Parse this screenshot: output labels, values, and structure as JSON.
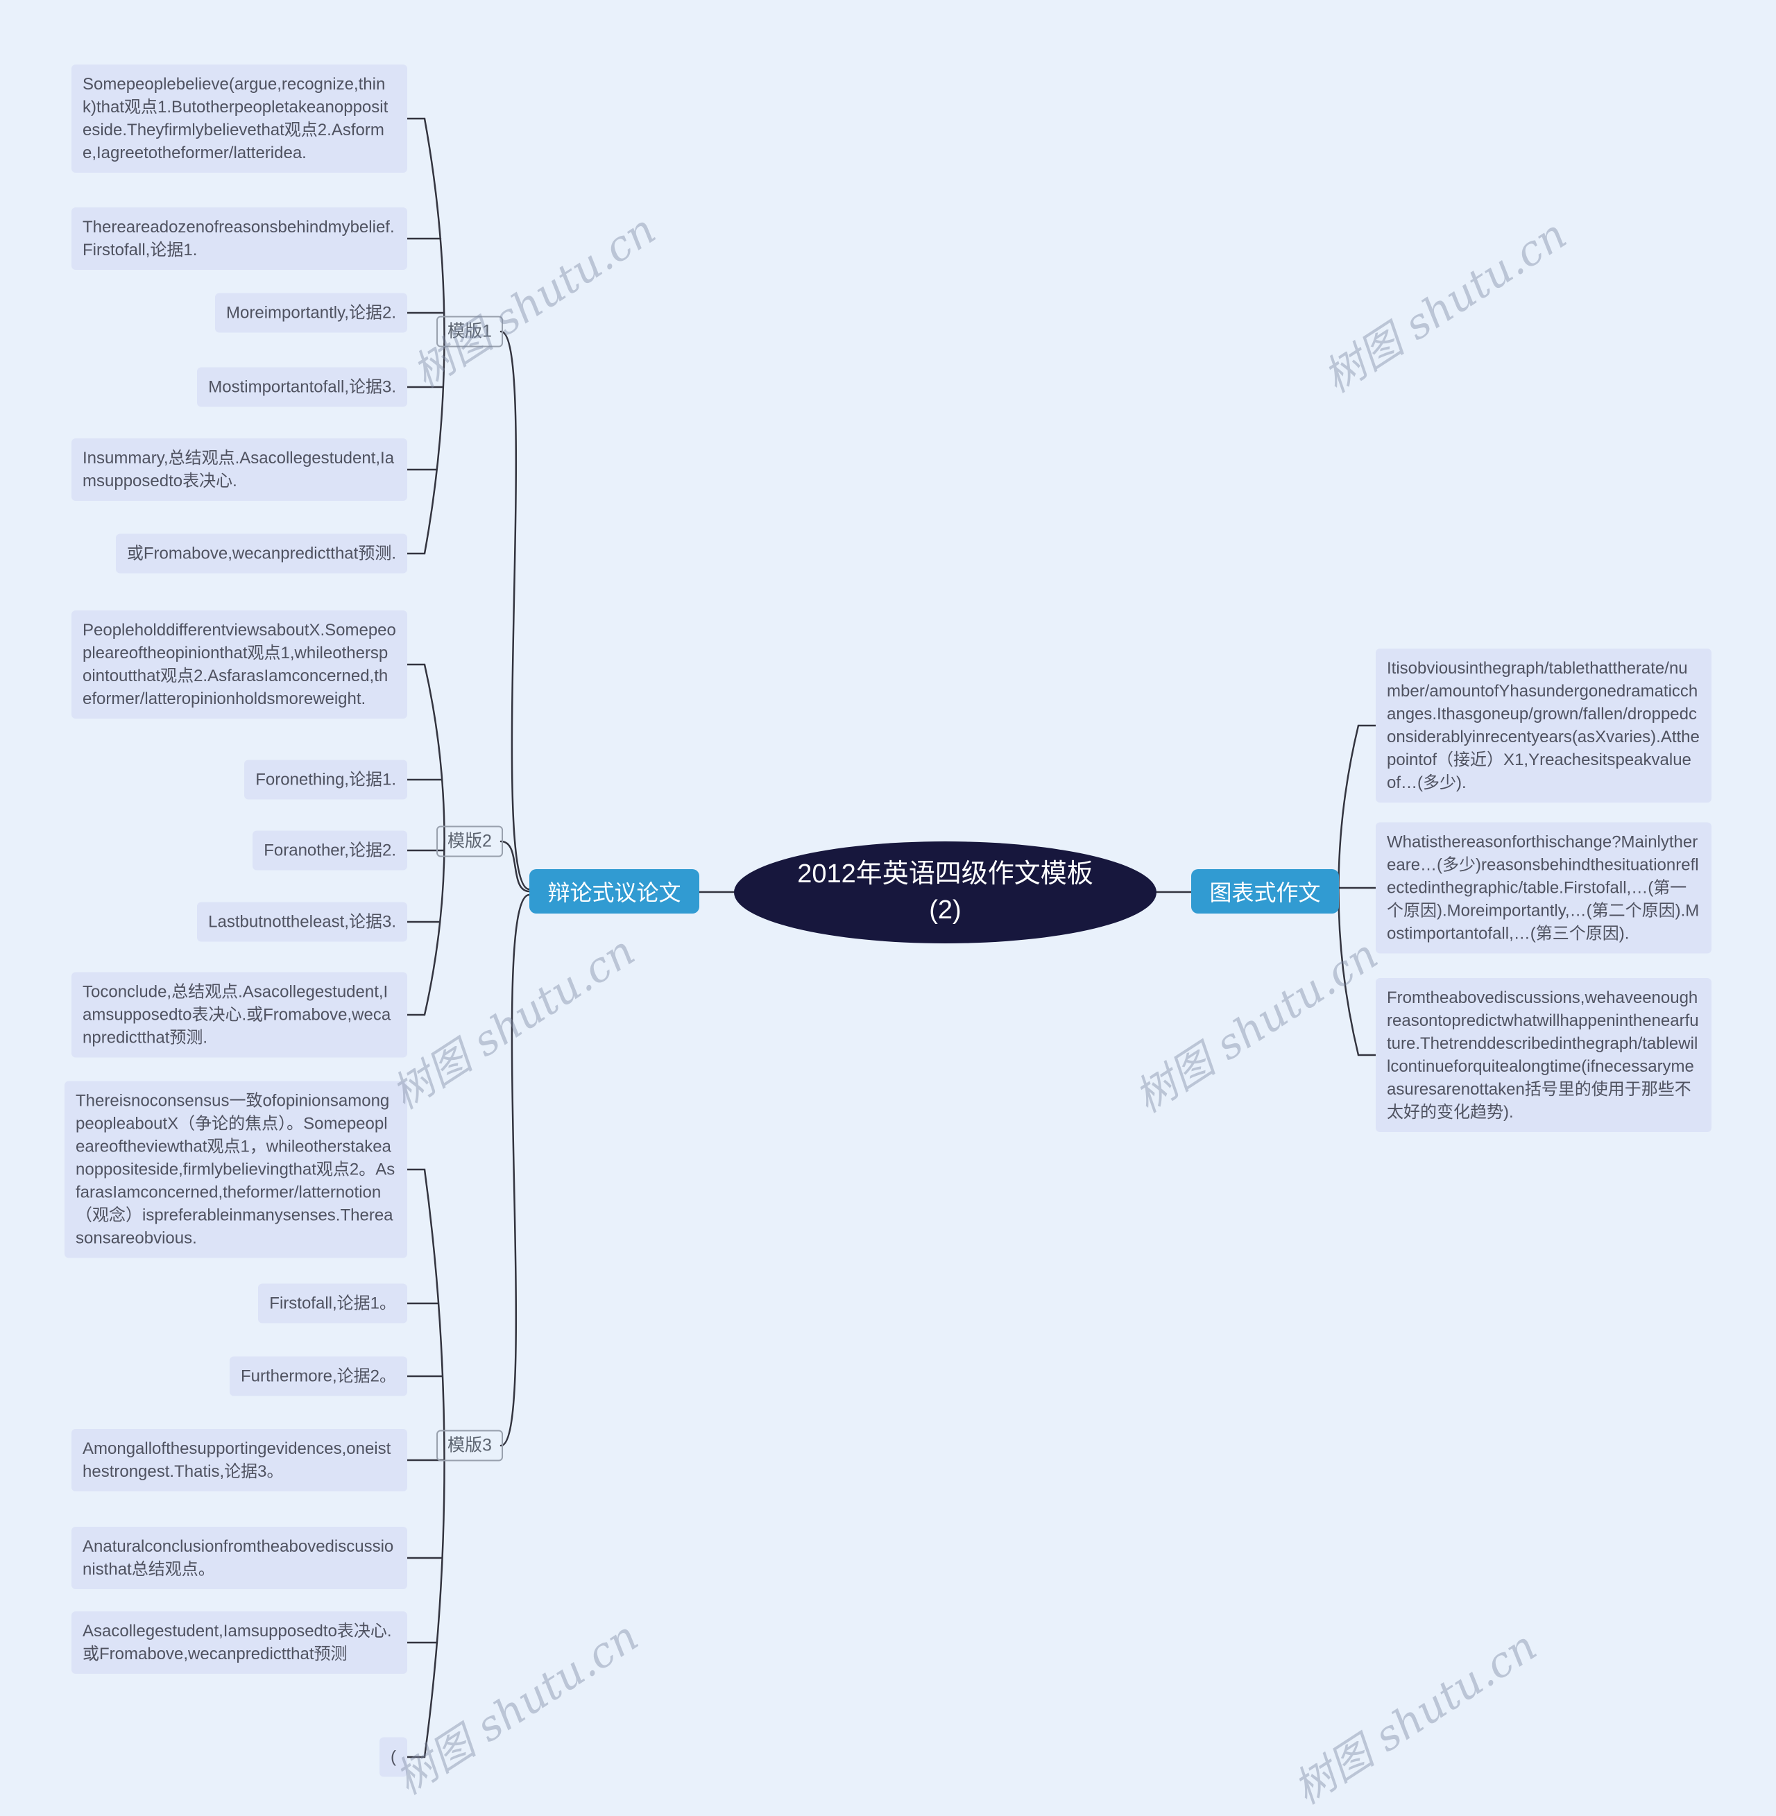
{
  "watermark": {
    "text": "树图 shutu.cn"
  },
  "root": {
    "line1": "2012年英语四级作文模板",
    "line2": "(2)"
  },
  "branches": {
    "left": {
      "label": "辩论式议论文"
    },
    "right": {
      "label": "图表式作文"
    }
  },
  "groups": {
    "t1": {
      "label": "模版1",
      "leaves": [
        "Somepeoplebelieve(argue,recognize,think)that观点1.Butotherpeopletakeanoppositeside.Theyfirmlybelievethat观点2.Asforme,Iagreetotheformer/latteridea.",
        "Thereareadozenofreasonsbehindmybelief.Firstofall,论据1.",
        "Moreimportantly,论据2.",
        "Mostimportantofall,论据3.",
        "Insummary,总结观点.Asacollegestudent,Iamsupposedto表决心.",
        "或Fromabove,wecanpredictthat预测."
      ]
    },
    "t2": {
      "label": "模版2",
      "leaves": [
        "PeopleholddifferentviewsaboutX.Somepeopleareoftheopinionthat观点1,whileotherspointoutthat观点2.AsfarasIamconcerned,theformer/latteropinionholdsmoreweight.",
        "Foronething,论据1.",
        "Foranother,论据2.",
        "Lastbutnottheleast,论据3.",
        "Toconclude,总结观点.Asacollegestudent,Iamsupposedto表决心.或Fromabove,wecanpredictthat预测."
      ]
    },
    "t3": {
      "label": "模版3",
      "leaves": [
        "Thereisnoconsensus一致ofopinionsamongpeopleaboutX（争论的焦点）。Somepeopleareoftheviewthat观点1，whileotherstakeanoppositeside,firmlybelievingthat观点2。AsfarasIamconcerned,theformer/latternotion（观念）ispreferableinmanysenses.Thereasonsareobvious.",
        "Firstofall,论据1。",
        "Furthermore,论据2。",
        "Amongallofthesupportingevidences,oneisthestrongest.Thatis,论据3。",
        "Anaturalconclusionfromtheabovediscussionisthat总结观点。",
        "Asacollegestudent,Iamsupposedto表决心.或Fromabove,wecanpredictthat预测",
        "("
      ]
    },
    "chart": {
      "leaves": [
        "Itisobviousinthegraph/tablethattherate/number/amountofYhasundergonedramaticchanges.Ithasgoneup/grown/fallen/droppedconsiderablyinrecentyears(asXvaries).Atthepointof（接近）X1,Yreachesitspeakvalueof…(多少).",
        "Whatisthereasonforthischange?Mainlythereare…(多少)reasonsbehindthesituationreflectedinthegraphic/table.Firstofall,…(第一个原因).Moreimportantly,…(第二个原因).Mostimportantofall,…(第三个原因).",
        "Fromtheabovediscussions,wehaveenoughreasontopredictwhatwillhappeninthenearfuture.Thetrenddescribedinthegraph/tablewillcontinueforquitealongtime(ifnecessarymeasuresarenottaken括号里的使用于那些不太好的变化趋势)."
      ]
    }
  }
}
